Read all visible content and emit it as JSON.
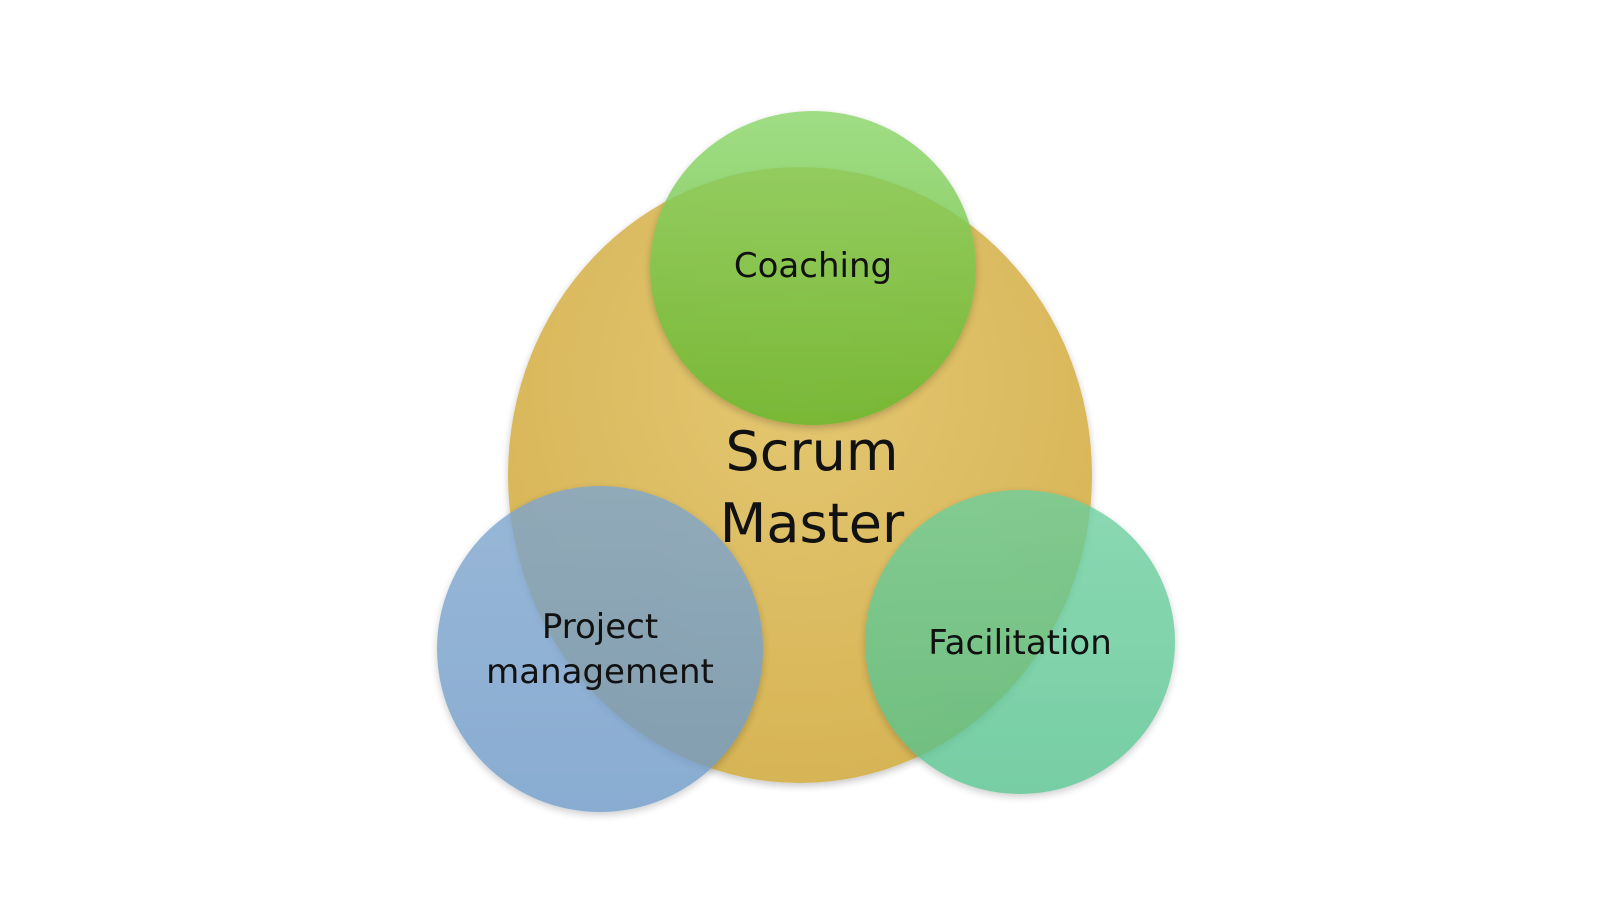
{
  "diagram": {
    "center": {
      "lines": [
        "Scrum",
        "Master"
      ],
      "color": "#D9B54A"
    },
    "circles": [
      {
        "key": "coaching",
        "lines": [
          "Coaching"
        ],
        "color": "#6DC23A"
      },
      {
        "key": "project",
        "lines": [
          "Project",
          "management"
        ],
        "color": "#6F9CC8"
      },
      {
        "key": "facilitate",
        "lines": [
          "Facilitation"
        ],
        "color": "#4EC38E"
      }
    ]
  }
}
